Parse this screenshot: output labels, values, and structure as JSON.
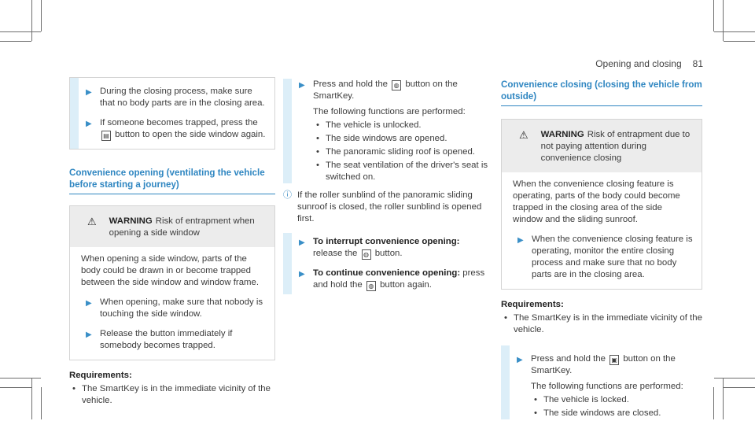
{
  "header": {
    "section": "Opening and closing",
    "page": "81"
  },
  "col1": {
    "steps_top": [
      "During the closing process, make sure that no body parts are in the closing area.",
      "If someone becomes trapped, press the",
      "button to open the side window again."
    ],
    "heading": "Convenience opening (ventilating the vehicle before starting a journey)",
    "warning": {
      "label": "WARNING",
      "text": "Risk of entrapment when opening a side window",
      "body": "When opening a side window, parts of the body could be drawn in or become trapped between the side window and window frame.",
      "step1": "When opening, make sure that nobody is touching the side window.",
      "step2": "Release the button immediately if somebody becomes trapped."
    },
    "requirements_title": "Requirements:",
    "requirement1": "The SmartKey is in the immediate vicinity of the vehicle."
  },
  "col2": {
    "step1_a": "Press and hold the",
    "step1_b": "button on the SmartKey.",
    "performed": "The following functions are performed:",
    "functions": [
      "The vehicle is unlocked.",
      "The side windows are opened.",
      "The panoramic sliding roof is opened.",
      "The seat ventilation of the driver's seat is switched on."
    ],
    "info": "If the roller sunblind of the panoramic sliding sunroof is closed, the roller sunblind is opened first.",
    "interrupt_lead": "To interrupt convenience opening:",
    "interrupt_a": "release the",
    "interrupt_b": "button.",
    "continue_lead": "To continue convenience opening:",
    "continue_a": "press and hold the",
    "continue_b": "button again."
  },
  "col3": {
    "heading": "Convenience closing (closing the vehicle from outside)",
    "warning": {
      "label": "WARNING",
      "text": "Risk of entrapment due to not paying attention during convenience closing",
      "body": "When the convenience closing feature is operating, parts of the body could become trapped in the closing area of the side window and the sliding sunroof.",
      "step1": "When the convenience closing feature is operating, monitor the entire closing process and make sure that no body parts are in the closing area."
    },
    "requirements_title": "Requirements:",
    "requirement1": "The SmartKey is in the immediate vicinity of the vehicle.",
    "step1_a": "Press and hold the",
    "step1_b": "button on the SmartKey.",
    "performed": "The following functions are performed:",
    "functions": [
      "The vehicle is locked.",
      "The side windows are closed."
    ]
  },
  "icons": {
    "arrow": "step-arrow-icon",
    "warning": "warning-triangle-icon",
    "info": "info-icon",
    "unlock_key": "unlock-key-icon",
    "lock_key": "lock-key-icon",
    "window_key": "window-button-icon"
  },
  "colors": {
    "accent": "#2f86c1",
    "step_bar": "#dceef8",
    "warning_bg": "#ececec"
  }
}
